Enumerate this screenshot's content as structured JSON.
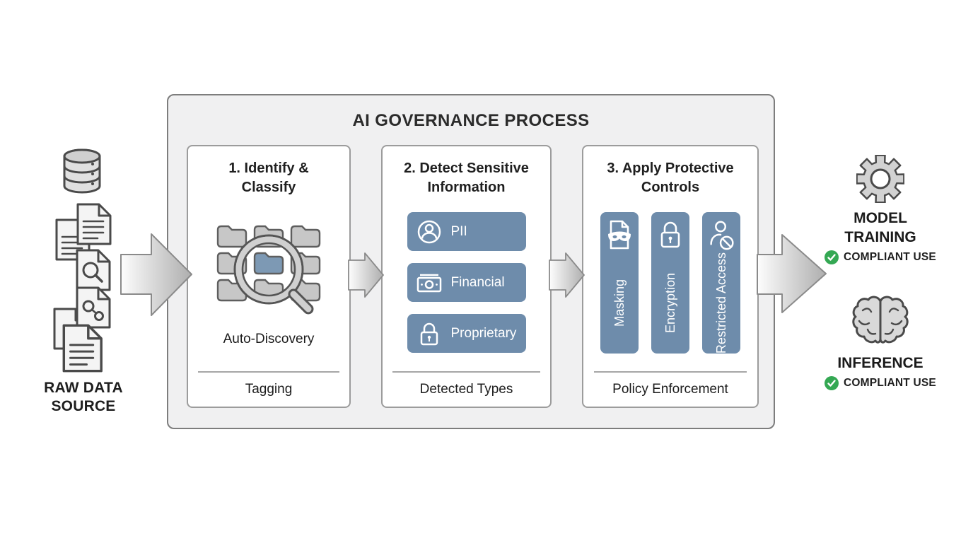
{
  "colors": {
    "accent_blue": "#6E8CAB",
    "check_green": "#34A853",
    "panel_bg": "#F0F0F1",
    "icon_gray": "#D2D2D2",
    "icon_outline": "#4A4A4A"
  },
  "source": {
    "label": "RAW DATA SOURCE",
    "icons": [
      "database-icon",
      "document-stack-icon"
    ]
  },
  "process": {
    "title": "AI GOVERNANCE PROCESS",
    "steps": [
      {
        "title": "1. Identify & Classify",
        "icon": "folder-grid-magnifier-icon",
        "body_label": "Auto-Discovery",
        "footer_label": "Tagging"
      },
      {
        "title": "2. Detect Sensitive Information",
        "tags": [
          {
            "label": "PII",
            "icon": "user-circle-icon"
          },
          {
            "label": "Financial",
            "icon": "banknote-icon"
          },
          {
            "label": "Proprietary",
            "icon": "padlock-icon"
          }
        ],
        "footer_label": "Detected Types"
      },
      {
        "title": "3. Apply Protective Controls",
        "controls": [
          {
            "label": "Masking",
            "icon": "masked-document-icon"
          },
          {
            "label": "Encryption",
            "icon": "padlock-icon"
          },
          {
            "label": "Restricted Access",
            "icon": "user-blocked-icon"
          }
        ],
        "footer_label": "Policy Enforcement"
      }
    ]
  },
  "outputs": [
    {
      "label": "MODEL TRAINING",
      "icon": "gear-icon",
      "badge": {
        "label": "COMPLIANT USE",
        "icon": "check-circle-icon"
      }
    },
    {
      "label": "INFERENCE",
      "icon": "brain-icon",
      "badge": {
        "label": "COMPLIANT USE",
        "icon": "check-circle-icon"
      }
    }
  ]
}
